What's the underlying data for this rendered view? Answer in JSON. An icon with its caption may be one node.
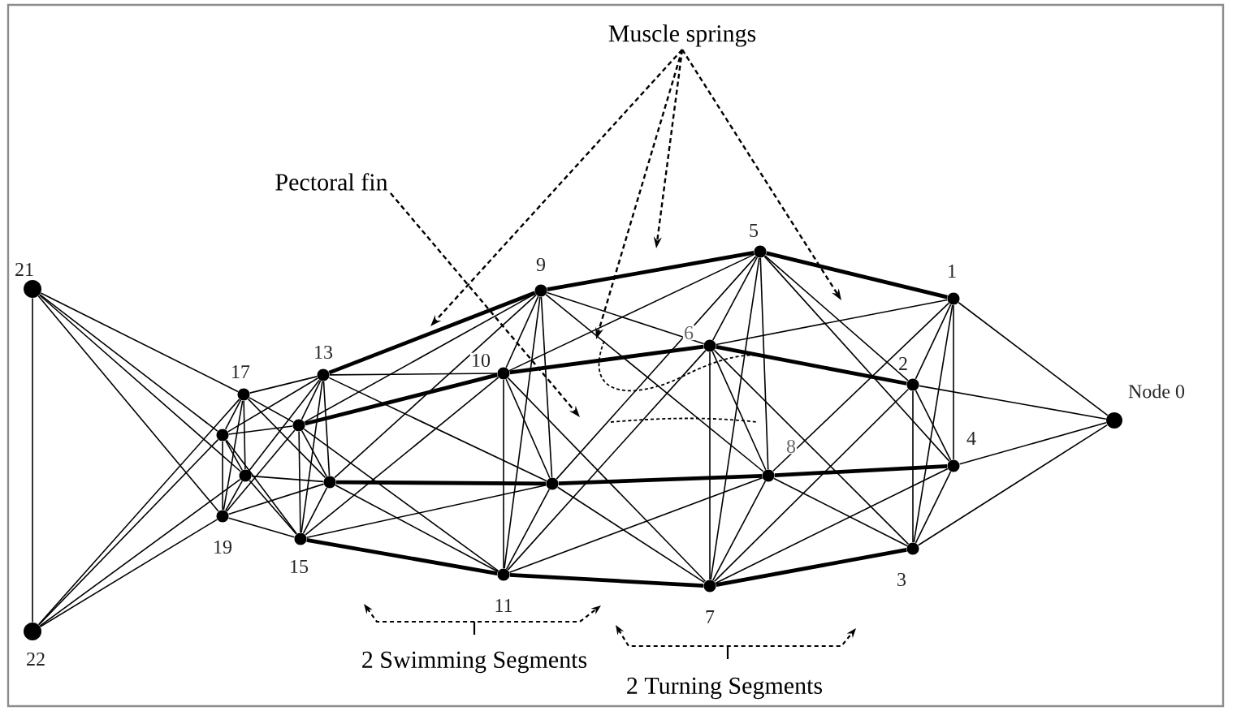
{
  "diagram": {
    "nodes": [
      {
        "text": [],
        "shape": "circle",
        "beside": [
          "Node 0"
        ]
      },
      {
        "text": [],
        "shape": "circle",
        "beside": [
          "1"
        ]
      },
      {
        "text": [],
        "shape": "circle",
        "beside": [
          "2"
        ]
      },
      {
        "text": [],
        "shape": "circle",
        "beside": [
          "3"
        ]
      },
      {
        "text": [],
        "shape": "circle",
        "beside": [
          "4"
        ]
      },
      {
        "text": [],
        "shape": "circle",
        "beside": [
          "5"
        ]
      },
      {
        "text": [],
        "shape": "circle",
        "beside": [
          "6"
        ]
      },
      {
        "text": [],
        "shape": "circle",
        "beside": [
          "7"
        ]
      },
      {
        "text": [],
        "shape": "circle",
        "beside": [
          "8"
        ]
      },
      {
        "text": [],
        "shape": "circle",
        "beside": [
          "9"
        ]
      },
      {
        "text": [],
        "shape": "circle",
        "beside": [
          "10"
        ]
      },
      {
        "text": [],
        "shape": "circle",
        "beside": [
          "11"
        ]
      },
      {
        "text": [],
        "shape": "circle"
      },
      {
        "text": [],
        "shape": "circle",
        "beside": [
          "13"
        ]
      },
      {
        "text": [],
        "shape": "circle"
      },
      {
        "text": [],
        "shape": "circle",
        "beside": [
          "15"
        ]
      },
      {
        "text": [],
        "shape": "circle"
      },
      {
        "text": [],
        "shape": "circle",
        "beside": [
          "17"
        ]
      },
      {
        "text": [],
        "shape": "circle"
      },
      {
        "text": [],
        "shape": "circle",
        "beside": [
          "19"
        ]
      },
      {
        "text": [],
        "shape": "circle"
      },
      {
        "text": [],
        "shape": "circle",
        "beside": [
          "21"
        ]
      },
      {
        "text": [],
        "shape": "circle",
        "beside": [
          "22"
        ]
      },
      {
        "text": [
          "Muscle springs"
        ]
      },
      {
        "text": [
          "Pectoral fin"
        ]
      }
    ],
    "edges": [
      {
        "from": 0,
        "to": 1,
        "arrow": "none"
      },
      {
        "from": 0,
        "to": 2,
        "arrow": "none"
      },
      {
        "from": 0,
        "to": 3,
        "arrow": "none"
      },
      {
        "from": 0,
        "to": 4,
        "arrow": "none"
      },
      {
        "from": 1,
        "to": 2,
        "arrow": "none"
      },
      {
        "from": 2,
        "to": 3,
        "arrow": "none"
      },
      {
        "from": 3,
        "to": 4,
        "arrow": "none"
      },
      {
        "from": 1,
        "to": 4,
        "arrow": "none"
      },
      {
        "from": 1,
        "to": 3,
        "arrow": "none"
      },
      {
        "from": 2,
        "to": 4,
        "arrow": "none"
      },
      {
        "from": 5,
        "to": 6,
        "arrow": "none"
      },
      {
        "from": 6,
        "to": 7,
        "arrow": "none"
      },
      {
        "from": 7,
        "to": 8,
        "arrow": "none"
      },
      {
        "from": 5,
        "to": 8,
        "arrow": "none"
      },
      {
        "from": 5,
        "to": 7,
        "arrow": "none"
      },
      {
        "from": 6,
        "to": 8,
        "arrow": "none"
      },
      {
        "from": 9,
        "to": 10,
        "arrow": "none"
      },
      {
        "from": 10,
        "to": 11,
        "arrow": "none"
      },
      {
        "from": 11,
        "to": 12,
        "arrow": "none"
      },
      {
        "from": 9,
        "to": 12,
        "arrow": "none"
      },
      {
        "from": 9,
        "to": 11,
        "arrow": "none"
      },
      {
        "from": 10,
        "to": 12,
        "arrow": "none"
      },
      {
        "from": 13,
        "to": 14,
        "arrow": "none"
      },
      {
        "from": 14,
        "to": 15,
        "arrow": "none"
      },
      {
        "from": 15,
        "to": 16,
        "arrow": "none"
      },
      {
        "from": 13,
        "to": 16,
        "arrow": "none"
      },
      {
        "from": 13,
        "to": 15,
        "arrow": "none"
      },
      {
        "from": 14,
        "to": 16,
        "arrow": "none"
      },
      {
        "from": 17,
        "to": 18,
        "arrow": "none"
      },
      {
        "from": 18,
        "to": 19,
        "arrow": "none"
      },
      {
        "from": 19,
        "to": 20,
        "arrow": "none"
      },
      {
        "from": 17,
        "to": 20,
        "arrow": "none"
      },
      {
        "from": 17,
        "to": 19,
        "arrow": "none"
      },
      {
        "from": 18,
        "to": 20,
        "arrow": "none"
      },
      {
        "from": 1,
        "to": 5,
        "arrow": "none",
        "style": "thick"
      },
      {
        "from": 1,
        "to": 6,
        "arrow": "none"
      },
      {
        "from": 1,
        "to": 8,
        "arrow": "none"
      },
      {
        "from": 2,
        "to": 6,
        "arrow": "none",
        "style": "thick"
      },
      {
        "from": 2,
        "to": 5,
        "arrow": "none"
      },
      {
        "from": 2,
        "to": 7,
        "arrow": "none"
      },
      {
        "from": 3,
        "to": 7,
        "arrow": "none",
        "style": "thick"
      },
      {
        "from": 3,
        "to": 6,
        "arrow": "none"
      },
      {
        "from": 3,
        "to": 8,
        "arrow": "none"
      },
      {
        "from": 4,
        "to": 8,
        "arrow": "none",
        "style": "thick"
      },
      {
        "from": 4,
        "to": 5,
        "arrow": "none"
      },
      {
        "from": 4,
        "to": 7,
        "arrow": "none"
      },
      {
        "from": 5,
        "to": 9,
        "arrow": "none",
        "style": "thick"
      },
      {
        "from": 5,
        "to": 10,
        "arrow": "none"
      },
      {
        "from": 5,
        "to": 12,
        "arrow": "none"
      },
      {
        "from": 6,
        "to": 10,
        "arrow": "none",
        "style": "thick"
      },
      {
        "from": 6,
        "to": 9,
        "arrow": "none"
      },
      {
        "from": 6,
        "to": 11,
        "arrow": "none"
      },
      {
        "from": 7,
        "to": 11,
        "arrow": "none",
        "style": "thick"
      },
      {
        "from": 7,
        "to": 10,
        "arrow": "none"
      },
      {
        "from": 7,
        "to": 12,
        "arrow": "none"
      },
      {
        "from": 8,
        "to": 12,
        "arrow": "none",
        "style": "thick"
      },
      {
        "from": 8,
        "to": 9,
        "arrow": "none"
      },
      {
        "from": 8,
        "to": 11,
        "arrow": "none"
      },
      {
        "from": 9,
        "to": 13,
        "arrow": "none",
        "style": "thick"
      },
      {
        "from": 9,
        "to": 14,
        "arrow": "none"
      },
      {
        "from": 9,
        "to": 16,
        "arrow": "none"
      },
      {
        "from": 10,
        "to": 14,
        "arrow": "none",
        "style": "thick"
      },
      {
        "from": 10,
        "to": 13,
        "arrow": "none"
      },
      {
        "from": 10,
        "to": 15,
        "arrow": "none"
      },
      {
        "from": 11,
        "to": 15,
        "arrow": "none",
        "style": "thick"
      },
      {
        "from": 11,
        "to": 14,
        "arrow": "none"
      },
      {
        "from": 11,
        "to": 16,
        "arrow": "none"
      },
      {
        "from": 12,
        "to": 16,
        "arrow": "none",
        "style": "thick"
      },
      {
        "from": 12,
        "to": 13,
        "arrow": "none"
      },
      {
        "from": 12,
        "to": 15,
        "arrow": "none"
      },
      {
        "from": 13,
        "to": 17,
        "arrow": "none"
      },
      {
        "from": 13,
        "to": 18,
        "arrow": "none"
      },
      {
        "from": 13,
        "to": 20,
        "arrow": "none"
      },
      {
        "from": 14,
        "to": 18,
        "arrow": "none"
      },
      {
        "from": 14,
        "to": 17,
        "arrow": "none"
      },
      {
        "from": 14,
        "to": 19,
        "arrow": "none"
      },
      {
        "from": 15,
        "to": 19,
        "arrow": "none"
      },
      {
        "from": 15,
        "to": 18,
        "arrow": "none"
      },
      {
        "from": 15,
        "to": 20,
        "arrow": "none"
      },
      {
        "from": 16,
        "to": 20,
        "arrow": "none"
      },
      {
        "from": 16,
        "to": 17,
        "arrow": "none"
      },
      {
        "from": 16,
        "to": 19,
        "arrow": "none"
      },
      {
        "from": 17,
        "to": 21,
        "arrow": "none"
      },
      {
        "from": 18,
        "to": 21,
        "arrow": "none"
      },
      {
        "from": 19,
        "to": 21,
        "arrow": "none"
      },
      {
        "from": 20,
        "to": 21,
        "arrow": "none"
      },
      {
        "from": 17,
        "to": 22,
        "arrow": "none"
      },
      {
        "from": 18,
        "to": 22,
        "arrow": "none"
      },
      {
        "from": 19,
        "to": 22,
        "arrow": "none"
      },
      {
        "from": 20,
        "to": 22,
        "arrow": "none"
      },
      {
        "from": 21,
        "to": 22,
        "arrow": "none"
      },
      {
        "from": 23,
        "to": null,
        "arrow": "to",
        "style": "dashed"
      },
      {
        "from": 23,
        "to": null,
        "arrow": "to",
        "style": "dashed"
      },
      {
        "from": 23,
        "to": null,
        "arrow": "to",
        "style": "dashed"
      },
      {
        "from": 23,
        "to": null,
        "arrow": "to",
        "style": "dashed"
      },
      {
        "from": 24,
        "to": null,
        "arrow": "to",
        "style": "dashed"
      }
    ],
    "labels": [
      "2 Swimming Segments",
      "2 Turning Segments"
    ]
  }
}
